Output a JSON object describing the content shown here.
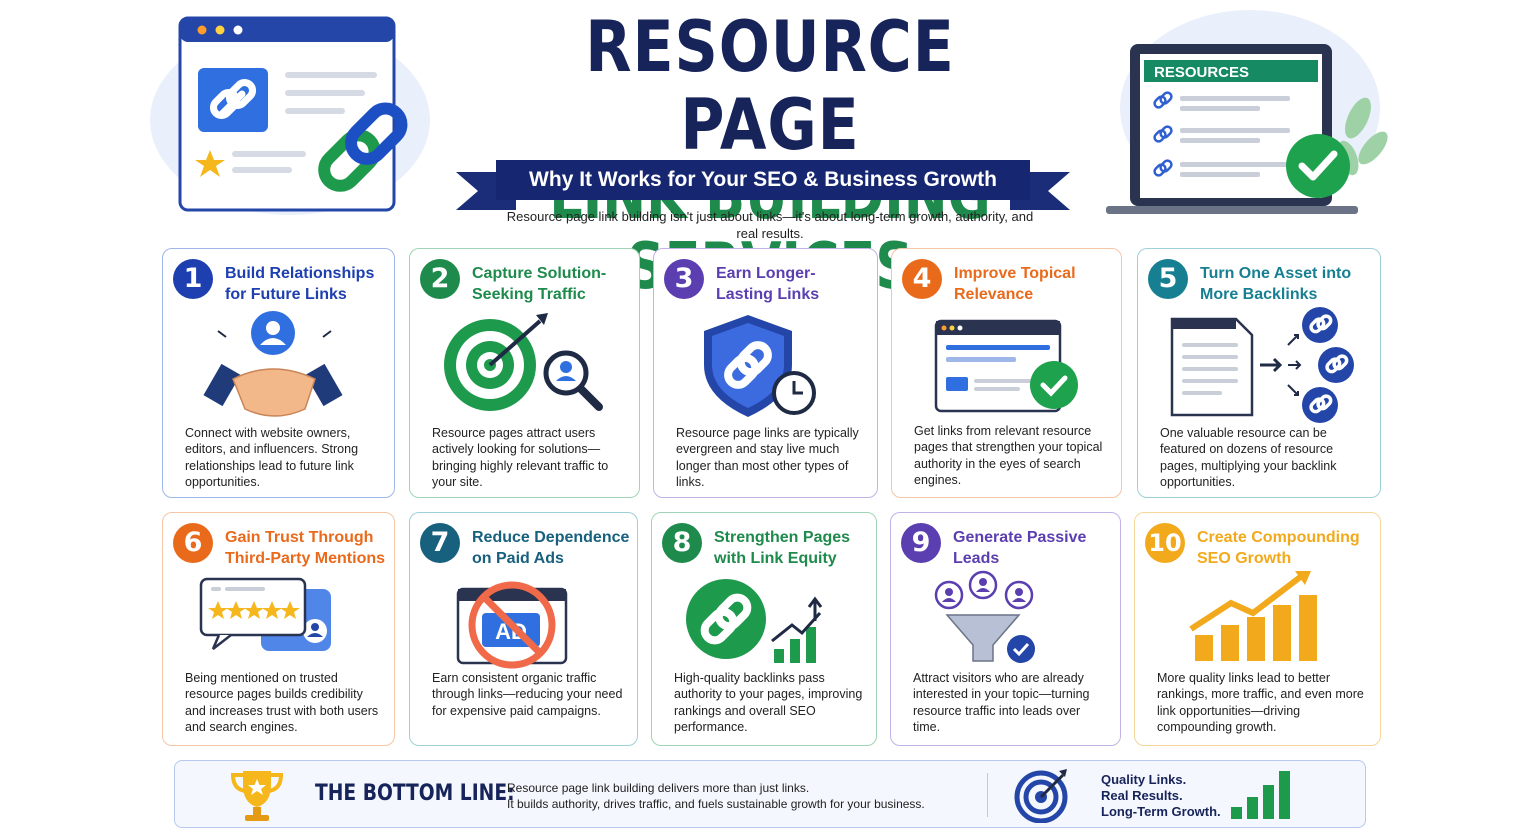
{
  "header": {
    "title_line1": "RESOURCE PAGE",
    "title_line2": "LINK BUILDING SERVICES",
    "ribbon": "Why It Works for Your SEO & Business Growth",
    "intro": "Resource page link building isn't just about links—it's about long-term growth, authority, and real results."
  },
  "laptop": {
    "screen_title": "RESOURCES"
  },
  "cards": [
    {
      "num": "1",
      "title": "Build Relationships for Future Links",
      "desc": "Connect with website owners, editors, and influencers. Strong relationships lead to future link opportunities.",
      "color": "#1d3fb0",
      "icon": "handshake-icon"
    },
    {
      "num": "2",
      "title": "Capture Solution-Seeking Traffic",
      "desc": "Resource pages attract users actively looking for solutions—bringing highly relevant traffic to your site.",
      "color": "#1e8a4c",
      "icon": "target-icon"
    },
    {
      "num": "3",
      "title": "Earn Longer-Lasting Links",
      "desc": "Resource page links are typically evergreen and stay live much longer than most other types of links.",
      "color": "#5b3fb0",
      "icon": "shield-link-icon"
    },
    {
      "num": "4",
      "title": "Improve Topical Relevance",
      "desc": "Get links from relevant resource pages that strengthen your topical authority in the eyes of search engines.",
      "color": "#ea6a1c",
      "icon": "webpage-check-icon"
    },
    {
      "num": "5",
      "title": "Turn One Asset into More Backlinks",
      "desc": "One valuable resource can be featured on dozens of resource pages, multiplying your backlink opportunities.",
      "color": "#177f92",
      "icon": "document-links-icon"
    },
    {
      "num": "6",
      "title": "Gain Trust Through Third-Party Mentions",
      "desc": "Being mentioned on trusted resource pages builds credibility and increases trust with both users and search engines.",
      "color": "#ea6a1c",
      "icon": "review-stars-icon"
    },
    {
      "num": "7",
      "title": "Reduce Dependence on Paid Ads",
      "desc": "Earn consistent organic traffic through links—reducing your need for expensive paid campaigns.",
      "color": "#17607e",
      "icon": "no-ads-icon",
      "ad_label": "AD"
    },
    {
      "num": "8",
      "title": "Strengthen Pages with Link Equity",
      "desc": "High-quality backlinks pass authority to your pages, improving rankings and overall SEO performance.",
      "color": "#1e8a4c",
      "icon": "link-growth-icon"
    },
    {
      "num": "9",
      "title": "Generate Passive Leads",
      "desc": "Attract visitors who are already interested in your topic—turning resource traffic into leads over time.",
      "color": "#5b3fb0",
      "icon": "funnel-icon"
    },
    {
      "num": "10",
      "title": "Create Compounding SEO Growth",
      "desc": "More quality links lead to better rankings, more traffic, and even more link opportunities—driving compounding growth.",
      "color": "#f2a91c",
      "icon": "growth-chart-icon"
    }
  ],
  "bottom": {
    "label": "THE BOTTOM LINE:",
    "line1": "Resource page link building delivers more than just links.",
    "line2": "It builds authority, drives traffic, and fuels sustainable growth for your business.",
    "tag1": "Quality Links.",
    "tag2": "Real Results.",
    "tag3": "Long-Term Growth."
  }
}
